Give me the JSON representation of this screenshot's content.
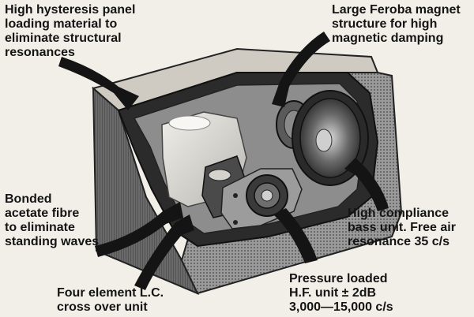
{
  "colors": {
    "background": "#f2efe8",
    "ink": "#141414",
    "cabinet_dark": "#4a4a4a",
    "grille": "#8a8a8a",
    "panel_light": "#e4e1da"
  },
  "callouts": {
    "panel": [
      "High hysteresis panel",
      "loading material to",
      "eliminate structural",
      "resonances"
    ],
    "magnet": [
      "Large Feroba magnet",
      "structure for high",
      "magnetic damping"
    ],
    "fibre": [
      "Bonded",
      "acetate fibre",
      "to eliminate",
      "standing waves"
    ],
    "bass": [
      "High compliance",
      "bass unit. Free air",
      "resonance 35 c/s"
    ],
    "crossover": [
      "Four element L.C.",
      "cross over unit"
    ],
    "hf": [
      "Pressure loaded",
      "H.F. unit ± 2dB",
      "3,000—15,000 c/s"
    ]
  }
}
